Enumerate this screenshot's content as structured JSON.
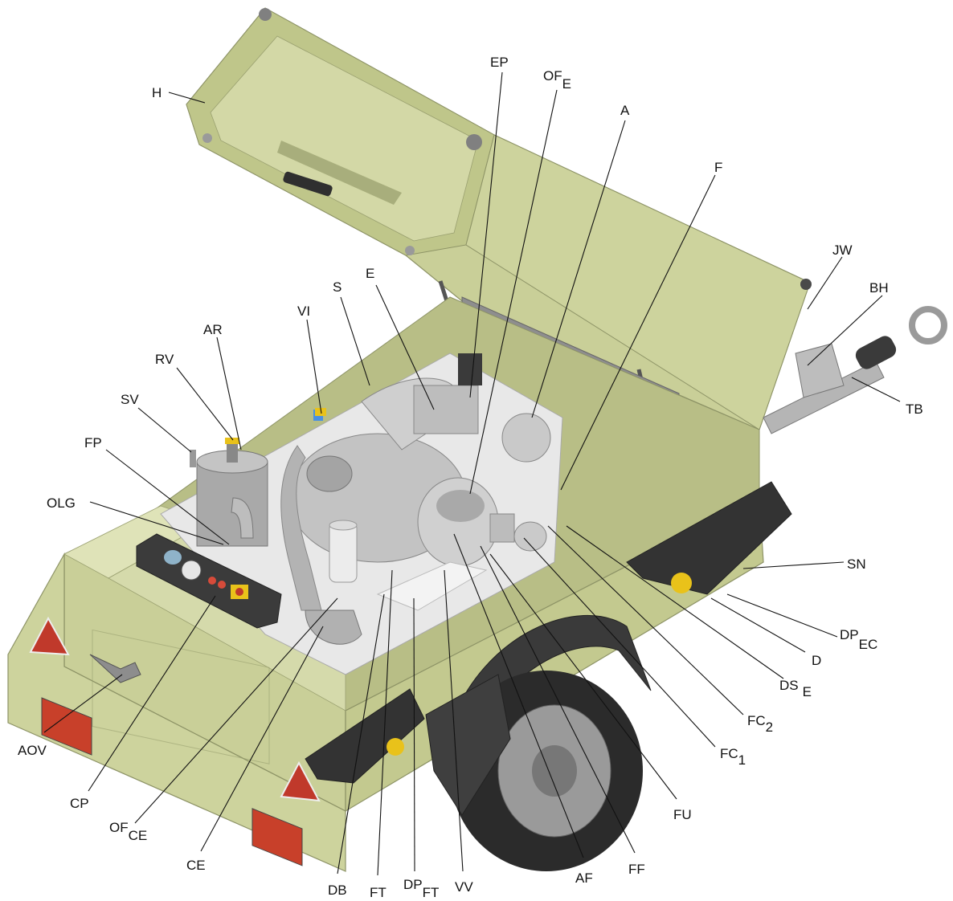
{
  "figure": {
    "labels": {
      "H": {
        "main": "H",
        "sub": ""
      },
      "EP": {
        "main": "EP",
        "sub": ""
      },
      "OFE": {
        "main": "OF",
        "sub": "E"
      },
      "A": {
        "main": "A",
        "sub": ""
      },
      "F": {
        "main": "F",
        "sub": ""
      },
      "JW": {
        "main": "JW",
        "sub": ""
      },
      "BH": {
        "main": "BH",
        "sub": ""
      },
      "TB": {
        "main": "TB",
        "sub": ""
      },
      "E": {
        "main": "E",
        "sub": ""
      },
      "S": {
        "main": "S",
        "sub": ""
      },
      "VI": {
        "main": "VI",
        "sub": ""
      },
      "AR": {
        "main": "AR",
        "sub": ""
      },
      "RV": {
        "main": "RV",
        "sub": ""
      },
      "SV": {
        "main": "SV",
        "sub": ""
      },
      "FP": {
        "main": "FP",
        "sub": ""
      },
      "OLG": {
        "main": "OLG",
        "sub": ""
      },
      "SN": {
        "main": "SN",
        "sub": ""
      },
      "DPEC": {
        "main": "DP",
        "sub": "EC"
      },
      "D": {
        "main": "D",
        "sub": ""
      },
      "DSE": {
        "main": "DS",
        "sub": "E"
      },
      "FC2": {
        "main": "FC",
        "sub": "2"
      },
      "FC1": {
        "main": "FC",
        "sub": "1"
      },
      "FU": {
        "main": "FU",
        "sub": ""
      },
      "FF": {
        "main": "FF",
        "sub": ""
      },
      "AF": {
        "main": "AF",
        "sub": ""
      },
      "VV": {
        "main": "VV",
        "sub": ""
      },
      "DPFT": {
        "main": "DP",
        "sub": "FT"
      },
      "FT": {
        "main": "FT",
        "sub": ""
      },
      "DB": {
        "main": "DB",
        "sub": ""
      },
      "CE": {
        "main": "CE",
        "sub": ""
      },
      "OFCE": {
        "main": "OF",
        "sub": "CE"
      },
      "CP": {
        "main": "CP",
        "sub": ""
      },
      "AOV": {
        "main": "AOV",
        "sub": ""
      }
    },
    "colors": {
      "body": "#c9cf98",
      "body_dark": "#a9b078",
      "body_light": "#dfe3b8",
      "metal": "#b9b9b9",
      "metal_dark": "#7e7e7e",
      "tyre": "#2b2b2b",
      "lamp_red": "#c8402a",
      "reflector": "#c0392b",
      "handle_yellow": "#e9c21a"
    }
  }
}
